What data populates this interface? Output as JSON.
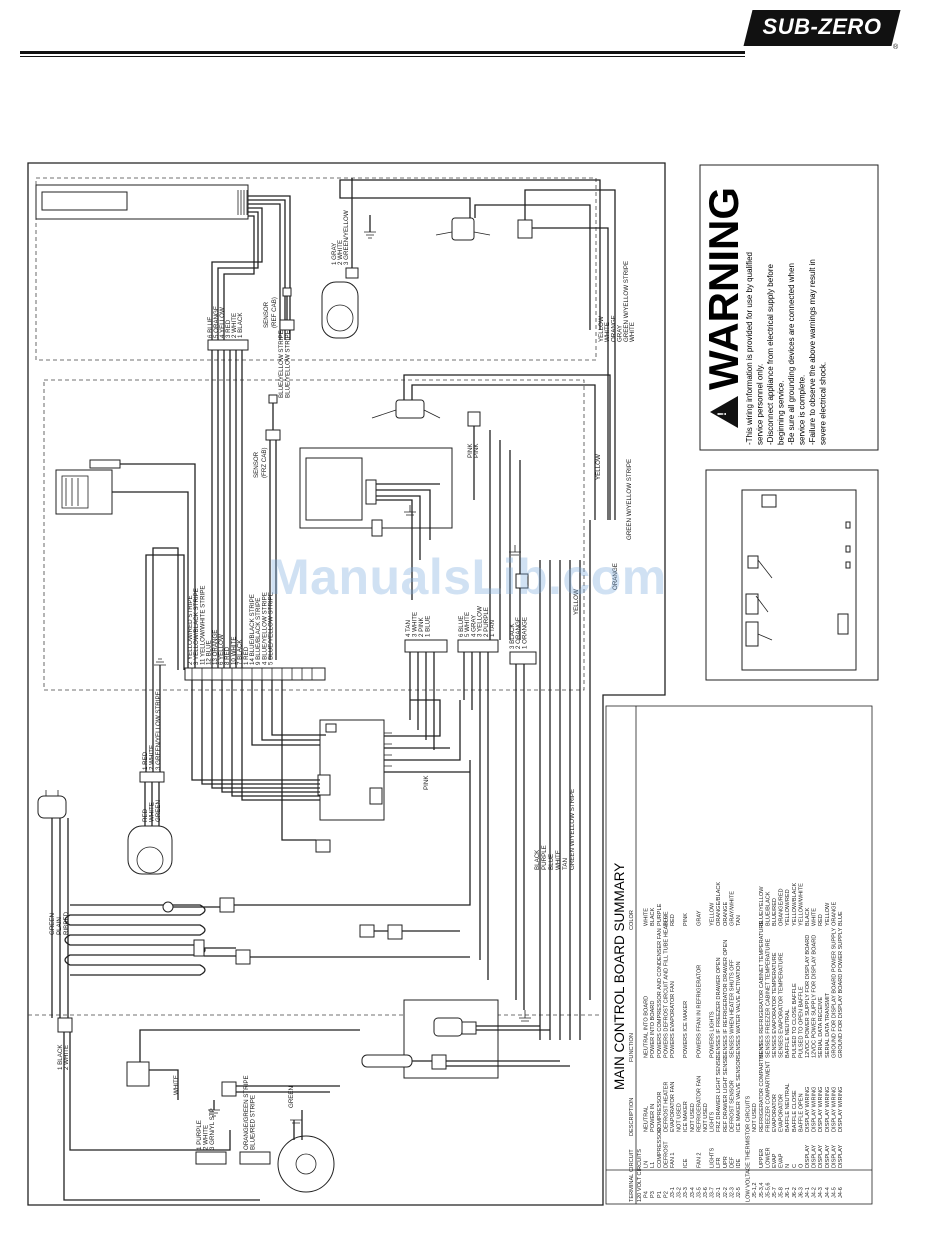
{
  "brand": {
    "logo_text": "SUB-ZERO",
    "registered": "®"
  },
  "watermark": "ManualsLib.com",
  "warning": {
    "heading": "WARNING",
    "lines": [
      "-This wiring information is provided for use by qualified",
      "service personnel only.",
      "-Disconnect appliance from electrical supply before",
      "beginning service.",
      "-Be sure all grounding devices are connected when",
      "service is complete.",
      "-Failure to observe the above warnings may result in",
      "severe electrical shock."
    ]
  },
  "sensors": {
    "ref_cab": [
      "SENSOR",
      "(REF CAB)"
    ],
    "frz_cab": [
      "SENSOR",
      "(FRZ CAB)"
    ]
  },
  "wire_labels": {
    "top_harness": [
      "6 BLUE",
      "5 ORANGE",
      "4 YELLOW",
      "3 RED",
      "2 WHITE",
      "1 BLACK"
    ],
    "gray_plug": [
      "1 GRAY",
      "2 WHITE",
      "3 GREEN/YELLOW"
    ],
    "right_bundle": [
      "YELLOW",
      "WHITE",
      "ORANGE",
      "GRAY",
      "GREEN W/YELLOW STRIPE",
      "WHITE"
    ],
    "sensor_stripes": [
      "BLUE/YELLOW STRIPE",
      "BLUE/YELLOW STRIPE"
    ],
    "pink_pair": [
      "PINK",
      "PINK"
    ],
    "center_column": [
      "YELLOW",
      "YELLOW",
      "GREEN W/YELLOW STRIPE",
      "ORANGE"
    ],
    "main_connector": [
      "2 YELLOW/RED STRIPE",
      "3 YELLOW/BLACK STRIPE",
      "11 YELLOW/WHITE STRIPE",
      "12 BLUE",
      "13 ORANGE",
      "6 YELLOW",
      "8 RED",
      "10 WHITE",
      "7 BLACK",
      "1 RED",
      "14 BLUE/BLACK STRIPE",
      "9 BLUE/BLACK STRIPE",
      "4 BLUE/YELLOW STRIPE",
      "5 BLUE/YELLOW STRIPE"
    ],
    "connector_a": [
      "4 TAN",
      "3 WHITE",
      "2 PINK",
      "1 BLUE"
    ],
    "connector_b": [
      "6 BLUE",
      "5 WHITE",
      "4 GRAY",
      "3 YELLOW",
      "2 PURPLE",
      "1 TAN"
    ],
    "connector_c": [
      "3 BLACK",
      "2 ORANGE",
      "1 ORANGE"
    ],
    "left_plug": [
      "1 RED",
      "2 WHITE",
      "3 GREEN/YELLOW STRIPE"
    ],
    "compressor": [
      "RED",
      "WHITE",
      "GREEN"
    ],
    "bottom_bundle": [
      "BLACK",
      "PURPLE",
      "BLUE",
      "WHITE",
      "TAN",
      "GREEN W/YELLOW STRIPE"
    ],
    "misc": [
      "PINK"
    ],
    "power_cord": [
      "GREEN",
      "PLAIN",
      "RIBBED"
    ],
    "power_plug": [
      "1 BLACK",
      "2 WHITE"
    ],
    "bottom_white": [
      "WHITE"
    ],
    "fan_plug": [
      "1 PURPLE",
      "2 WHITE",
      "3 GRN/YL STP"
    ],
    "fan_plug_2": [
      "ORANGE/GREEN STRIPE",
      "BLUE/RED STRIPE"
    ],
    "bottom_green": [
      "GREEN"
    ]
  },
  "summary": {
    "title": "MAIN CONTROL BOARD SUMMARY",
    "columns": [
      "TERMINAL",
      "CIRCUIT",
      "DESCRIPTION",
      "FUNCTION",
      "COLOR"
    ],
    "volt_header": "120 VOLT CIRCUITS",
    "volt_rows": [
      [
        "P4",
        "LN",
        "NEUTRAL",
        "NEUTRAL INTO BOARD",
        "WHITE"
      ],
      [
        "P3",
        "L1",
        "POWER IN",
        "POWER INTO BOARD",
        "BLACK"
      ],
      [
        "P1",
        "COMPRESSOR",
        "COMPRESSOR",
        "POWERS COMPRESSOR AND CONDENSER FAN",
        "PURPLE"
      ],
      [
        "P2",
        "DEFROST",
        "DEFROST HEATER",
        "POWERS DEFROST CIRCUIT AND FILL TUBE HEATER",
        "BLUE"
      ],
      [
        "J3-1",
        "FAN 1",
        "EVAPORATOR FAN",
        "POWERS EVAPORATOR FAN",
        "RED"
      ],
      [
        "J3-2",
        "",
        "NOT USED",
        "",
        ""
      ],
      [
        "J3-3",
        "ICE",
        "ICE MAKER",
        "POWERS ICE MAKER",
        "PINK"
      ],
      [
        "J3-4",
        "",
        "NOT USED",
        "",
        ""
      ],
      [
        "J3-5",
        "FAN 2",
        "REFRIGERATOR FAN",
        "POWERS FFAN IN REFRIGERATOR",
        "GRAY"
      ],
      [
        "J3-6",
        "",
        "NOT USED",
        "",
        ""
      ],
      [
        "J3-7",
        "LIGHTS",
        "LIGHTS",
        "POWERS LIGHTS",
        "YELLOW"
      ],
      [
        "J2-1",
        "LFR",
        "FRZ DRAWER LIGHT SENSE",
        "SENSES IF FREEZER DRAWER OPEN",
        "ORANGE/BLACK"
      ],
      [
        "J2-2",
        "UPR",
        "REF DRAWER LIGHT SENSE",
        "SENSES IF REFRIGERATOR DRAWER OPEN",
        "ORANGE"
      ],
      [
        "J2-3",
        "DEF",
        "DEFROST SENSOR",
        "SENSES WHEN HEATER SHUTS OFF",
        "GRAY/WHITE"
      ],
      [
        "J2-5",
        "IDE",
        "ICE MAKER VALVE SENSOR",
        "SENSES WATER VALVE ACTIVATION",
        "TAN"
      ]
    ],
    "low_header": "LOW VOLTAGE THERMISTOR CIRCUITS",
    "low_rows": [
      [
        "J5-1,2",
        "",
        "NOT USED",
        "",
        ""
      ],
      [
        "J5-3,4",
        "UPPER",
        "REFRIGERATOR COMPARTMENT",
        "SENSES REFRIGERATOR CABINET TEMPERATURE",
        "BLUE/YELLOW"
      ],
      [
        "J5-5,6",
        "LOWER",
        "FREEZER COMPARTMENT",
        "SENSES FREEZER CABINET TEMPERATURE",
        "BLUE/BLACK"
      ],
      [
        "J5-7",
        "EVAP",
        "EVAPORATOR",
        "SENSES EVAPORATOR TEMPERATURE",
        "BLUE/RED"
      ],
      [
        "J5-8",
        "EVAP",
        "EVAPORATOR",
        "SENSES EVAPORATOR TEMPERATURE",
        "ORANGE/RED"
      ],
      [
        "J6-1",
        "N",
        "BAFFLE NEUTRAL",
        "BAFFLE NEUTRAL",
        "YELLOW/RED"
      ],
      [
        "J6-2",
        "C",
        "BAFFLE CLOSE",
        "PULSED TO CLOSE BAFFLE",
        "YELLOW/BLACK"
      ],
      [
        "J6-3",
        "O",
        "BAFFLE OPEN",
        "PULSED TO OPEN BAFFLE",
        "YELLOW/WHITE"
      ],
      [
        "J4-1",
        "DISPLAY",
        "DISPLAY WIRING",
        "12VDC POWER SUPPLY FOR DISPLAY BOARD",
        "BLACK"
      ],
      [
        "J4-2",
        "DISPLAY",
        "DISPLAY WIRING",
        "12VDC POWER SUPPLY FOR DISPLAY BOARD",
        "WHITE"
      ],
      [
        "J4-3",
        "DISPLAY",
        "DISPLAY WIRING",
        "SERIAL DATA RECEIVE",
        "RED"
      ],
      [
        "J4-4",
        "DISPLAY",
        "DISPLAY WIRING",
        "SERIAL DATA TRANSMIT",
        "YELLOW"
      ],
      [
        "J4-5",
        "DISPLAY",
        "DISPLAY WIRING",
        "GROUND FOR DISPLAY BOARD POWER SUPPLY",
        "ORANGE"
      ],
      [
        "J4-6",
        "DISPLAY",
        "DISPLAY WIRING",
        "GROUND FOR DISPLAY BOARD POWER SUPPLY",
        "BLUE"
      ]
    ]
  }
}
